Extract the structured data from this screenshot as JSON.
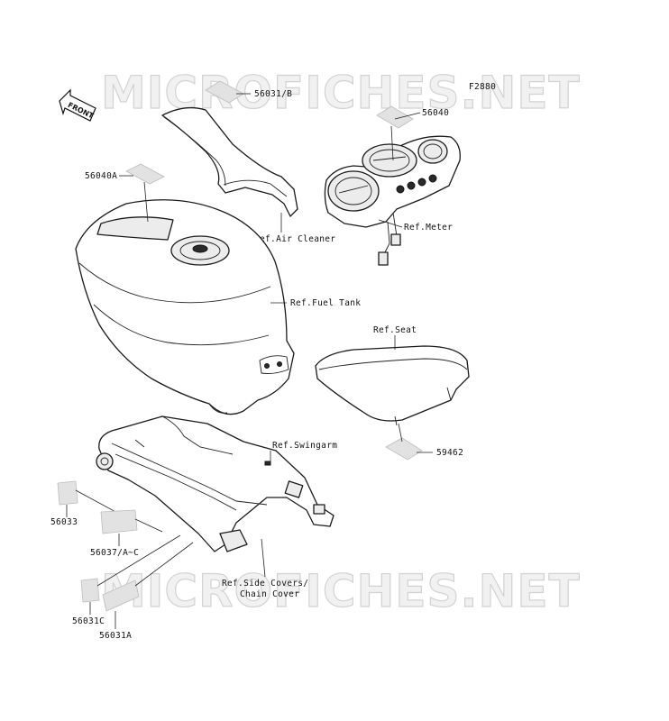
{
  "figure_code": "F2880",
  "watermarks": [
    "MICROFICHES.NET",
    "MICROFICHES.NET"
  ],
  "front_indicator": "FRONT",
  "part_labels": {
    "p56031B": "56031/B",
    "p56040": "56040",
    "p56040A": "56040A",
    "p59462": "59462",
    "p56033": "56033",
    "p56037": "56037/A~C",
    "p56031C": "56031C",
    "p56031A": "56031A"
  },
  "reference_labels": {
    "air_cleaner": "Ref.Air Cleaner",
    "meter": "Ref.Meter",
    "fuel_tank": "Ref.Fuel Tank",
    "seat": "Ref.Seat",
    "swingarm": "Ref.Swingarm",
    "side_covers_line1": "Ref.Side Covers/",
    "side_covers_line2": "Chain Cover"
  }
}
